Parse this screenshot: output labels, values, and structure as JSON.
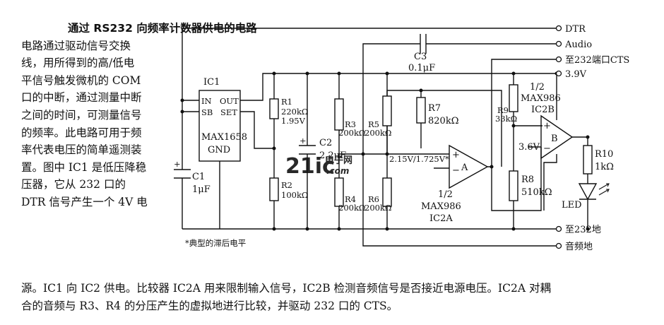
{
  "description": {
    "title": "通过 RS232 向频率计数器供电的电路",
    "lines": [
      "电路通过驱动信号交换",
      "线，用所得到的高/低电",
      "平信号触发微机的 COM",
      "口的中断，通过测量中断",
      "之间的时间，可测量信号",
      "的频率。此电路可用于频",
      "率代表电压的简单遥测装",
      "置。图中 IC1 是低压降稳",
      "压器，它从 232 口的",
      "DTR 信号产生一个 4V 电"
    ],
    "full_lines": [
      "源。IC1 向 IC2 供电。比较器 IC2A 用来限制输入信号，IC2B 检测音频信号是否接近电源电压。IC2A 对耦",
      "合的音频与 R3、R4 的分压产生的虚拟地进行比较，并驱动 232 口的 CTS。"
    ]
  },
  "footnote": "*典型的滞后电平",
  "watermark": {
    "main": "21ic",
    "sub1": "电子网",
    "sub2": ".com",
    "color": "#e84a7f"
  },
  "terminals": {
    "dtr": "DTR",
    "audio": "Audio",
    "cts": "至232端口CTS",
    "v39": "3.9V",
    "gnd232": "至232地",
    "audio_gnd": "音频地"
  },
  "components": {
    "ic1": {
      "ref": "IC1",
      "part": "MAX1658",
      "pin_in": "IN",
      "pin_sb": "SB",
      "pin_out": "OUT",
      "pin_set": "SET",
      "pin_gnd": "GND"
    },
    "c1": {
      "ref": "C1",
      "value": "1μF"
    },
    "c2": {
      "ref": "C2",
      "value": "2.2μF"
    },
    "c3": {
      "ref": "C3",
      "value": "0.1μF"
    },
    "r1": {
      "ref": "R1",
      "value": "220kΩ",
      "note": "1.95V"
    },
    "r2": {
      "ref": "R2",
      "value": "100kΩ"
    },
    "r3": {
      "ref": "R3",
      "value": "200kΩ"
    },
    "r4": {
      "ref": "R4",
      "value": "200kΩ"
    },
    "r5": {
      "ref": "R5",
      "value": "200kΩ"
    },
    "r6": {
      "ref": "R6",
      "value": "200kΩ"
    },
    "r7": {
      "ref": "R7",
      "value": "820kΩ"
    },
    "r8": {
      "ref": "R8",
      "value": "510kΩ"
    },
    "r9": {
      "ref": "R9",
      "value": "33kΩ"
    },
    "r10": {
      "ref": "R10",
      "value": "1kΩ"
    },
    "ic2a": {
      "half": "1/2",
      "part": "MAX986",
      "ref": "IC2A",
      "threshold": "2.15V/1.725V*",
      "sym": "A"
    },
    "ic2b": {
      "half": "1/2",
      "part": "MAX986",
      "ref": "IC2B",
      "threshold": "3.6V",
      "sym": "B"
    },
    "led": {
      "ref": "LED"
    },
    "plus": "+",
    "minus": "−"
  }
}
